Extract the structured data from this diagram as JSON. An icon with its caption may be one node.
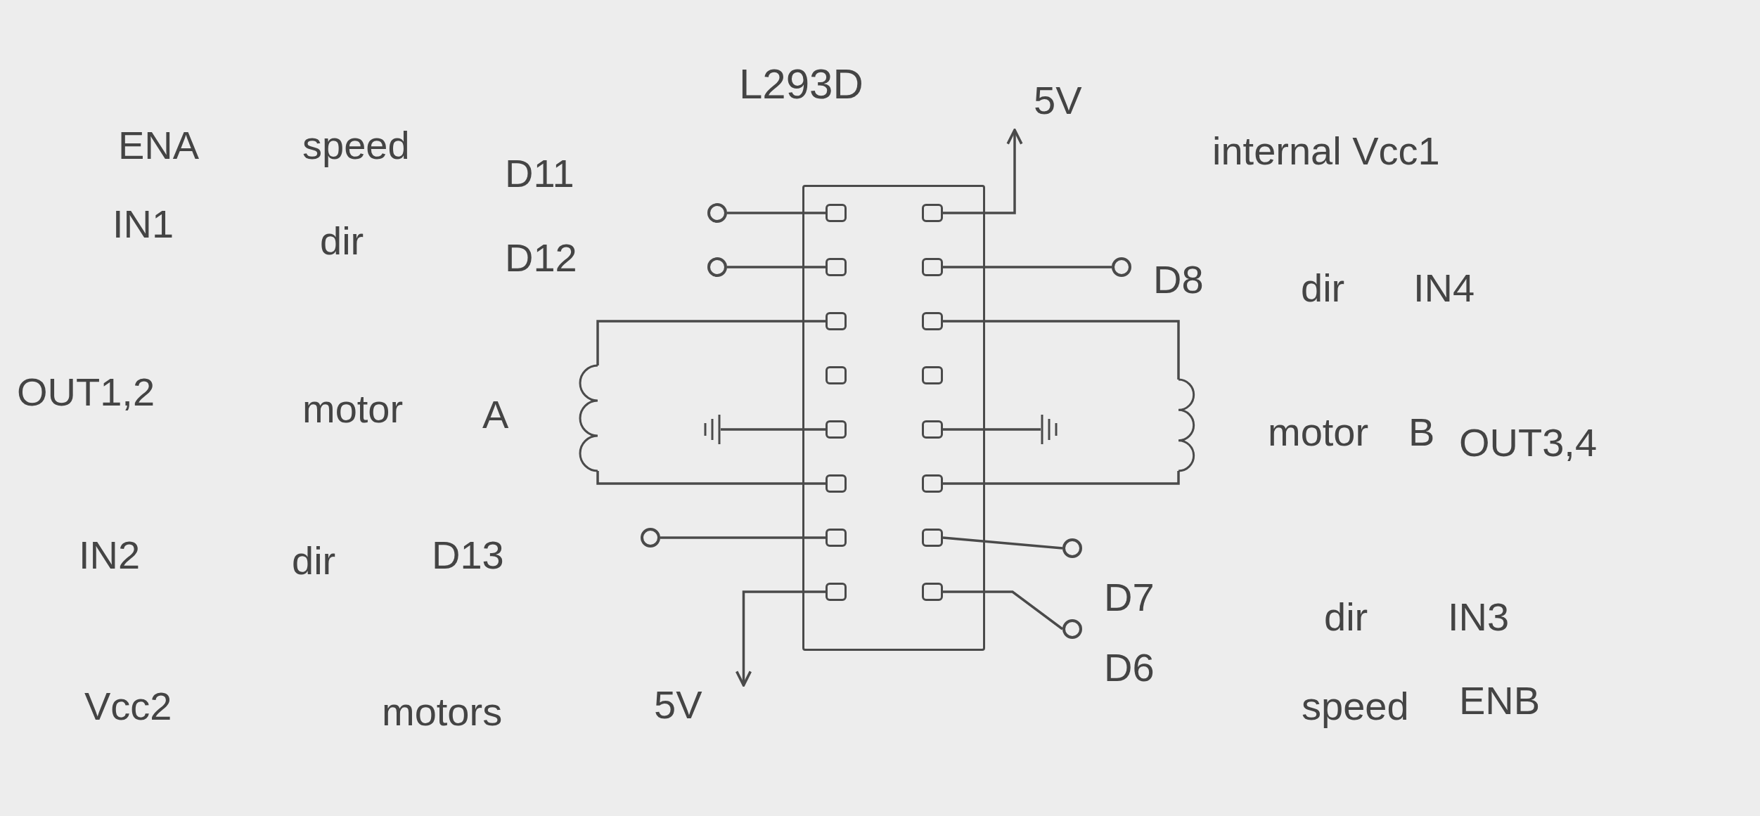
{
  "diagram": {
    "nodes": [
      {
        "text": [
          "L293D"
        ]
      },
      {
        "text": [],
        "shape": "box",
        "in": 0
      },
      {
        "text": [],
        "shape": "box",
        "in": 0
      },
      {
        "text": [],
        "shape": "box",
        "in": 0
      },
      {
        "text": [],
        "shape": "box",
        "in": 0
      },
      {
        "text": [],
        "shape": "box",
        "in": 0
      },
      {
        "text": [],
        "shape": "box",
        "in": 0
      },
      {
        "text": [],
        "shape": "box",
        "in": 0
      },
      {
        "text": [],
        "shape": "box",
        "in": 0
      },
      {
        "text": [],
        "shape": "box",
        "in": 0
      },
      {
        "text": [],
        "shape": "box",
        "in": 0
      },
      {
        "text": [],
        "shape": "box",
        "in": 0
      },
      {
        "text": [],
        "shape": "box",
        "in": 0
      },
      {
        "text": [],
        "shape": "box",
        "in": 0
      },
      {
        "text": [],
        "shape": "box",
        "in": 0
      },
      {
        "text": [],
        "shape": "box",
        "in": 0
      },
      {
        "text": [],
        "shape": "box",
        "in": 0
      },
      {
        "text": [],
        "shape": "circle"
      },
      {
        "text": [],
        "shape": "circle"
      },
      {
        "text": [],
        "shape": "circle"
      },
      {
        "text": [],
        "shape": "circle"
      },
      {
        "text": [],
        "shape": "circle"
      },
      {
        "text": [],
        "shape": "circle"
      },
      {
        "text": [],
        "shape": "coil"
      },
      {
        "text": [],
        "shape": "coil"
      },
      {
        "text": [],
        "shape": "ground"
      },
      {
        "text": [],
        "shape": "ground"
      },
      {
        "text": [
          "5V"
        ]
      },
      {
        "text": [
          "5V"
        ]
      }
    ],
    "edges": [
      {
        "from": 17,
        "to": 1,
        "arrow": "none"
      },
      {
        "from": 18,
        "to": 2,
        "arrow": "none"
      },
      {
        "from": 9,
        "to": 27,
        "arrow": "to"
      },
      {
        "from": 10,
        "to": 19,
        "arrow": "none"
      },
      {
        "from": 3,
        "to": 23,
        "arrow": "none"
      },
      {
        "from": 23,
        "to": 6,
        "arrow": "none"
      },
      {
        "from": 11,
        "to": 24,
        "arrow": "none"
      },
      {
        "from": 24,
        "to": 14,
        "arrow": "none"
      },
      {
        "from": 25,
        "to": 5,
        "arrow": "none"
      },
      {
        "from": 13,
        "to": 26,
        "arrow": "none"
      },
      {
        "from": 20,
        "to": 7,
        "arrow": "none"
      },
      {
        "from": 15,
        "to": 21,
        "arrow": "none"
      },
      {
        "from": 16,
        "to": 22,
        "arrow": "none"
      },
      {
        "from": 8,
        "to": 28,
        "arrow": "to"
      }
    ],
    "labels": [
      "ENA",
      "speed",
      "D11",
      "internal Vcc1",
      "IN1",
      "dir",
      "D12",
      "D8",
      "dir",
      "IN4",
      "OUT1,2",
      "motor",
      "A",
      "motor",
      "B",
      "OUT3,4",
      "IN2",
      "dir",
      "D13",
      "D7",
      "dir",
      "IN3",
      "D6",
      "Vcc2",
      "motors",
      "speed",
      "ENB"
    ]
  }
}
